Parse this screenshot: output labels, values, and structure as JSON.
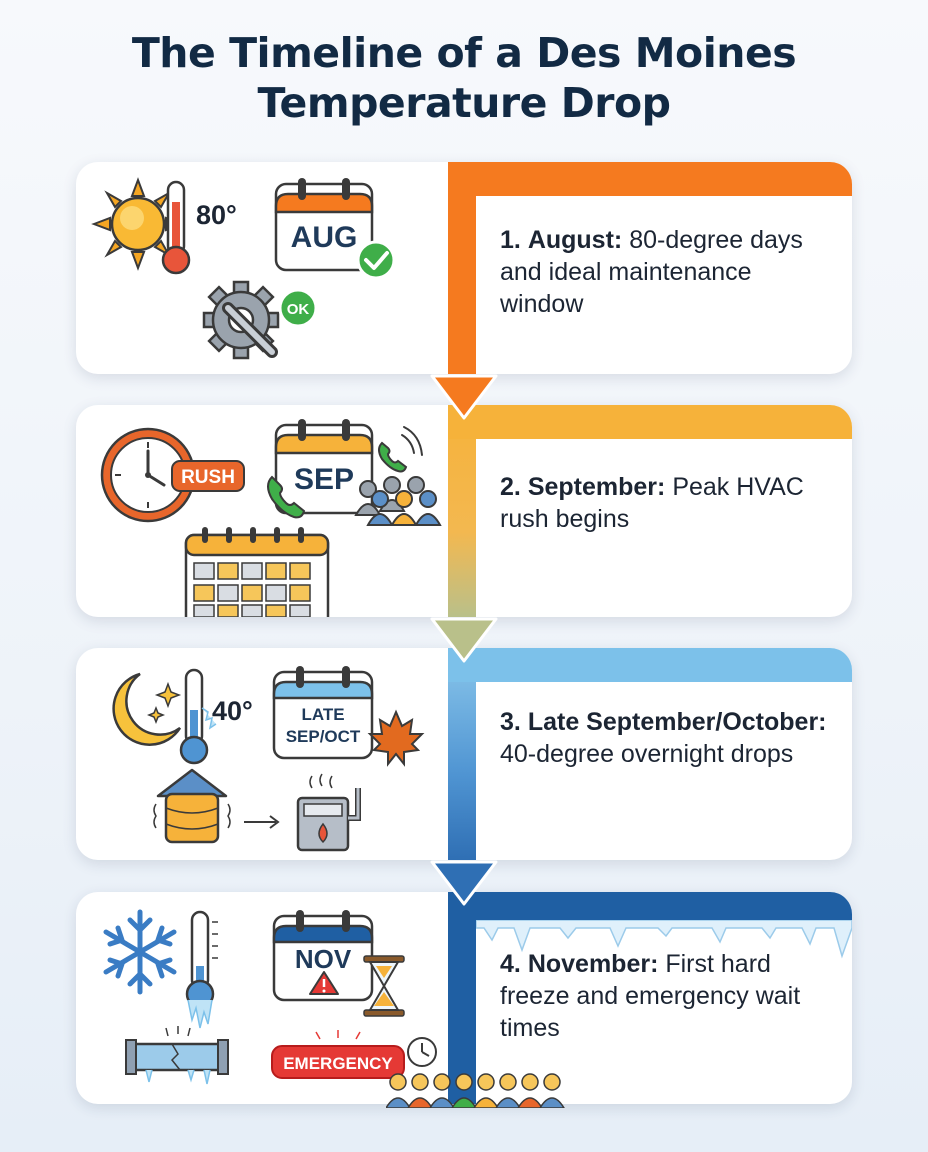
{
  "title_line1": "The Timeline of a Des Moines",
  "title_line2": "Temperature Drop",
  "steps": [
    {
      "number": "1.",
      "month": "August:",
      "description": "80-degree days and ideal maintenance window",
      "temp": "80°",
      "calendar": "AUG",
      "badge": "OK",
      "color": "#f57a1f"
    },
    {
      "number": "2.",
      "month": "September:",
      "description": "Peak HVAC rush begins",
      "badge": "RUSH",
      "calendar": "SEP",
      "color": "#f6b23a"
    },
    {
      "number": "3.",
      "month": "Late September/October:",
      "description": "40-degree overnight drops",
      "temp": "40°",
      "calendar_line1": "LATE",
      "calendar_line2": "SEP/OCT",
      "color": "#7cc1ea"
    },
    {
      "number": "4.",
      "month": "November:",
      "description": "First hard freeze and emergency wait times",
      "calendar": "NOV",
      "badge": "EMERGENCY",
      "color": "#1f5fa3"
    }
  ]
}
